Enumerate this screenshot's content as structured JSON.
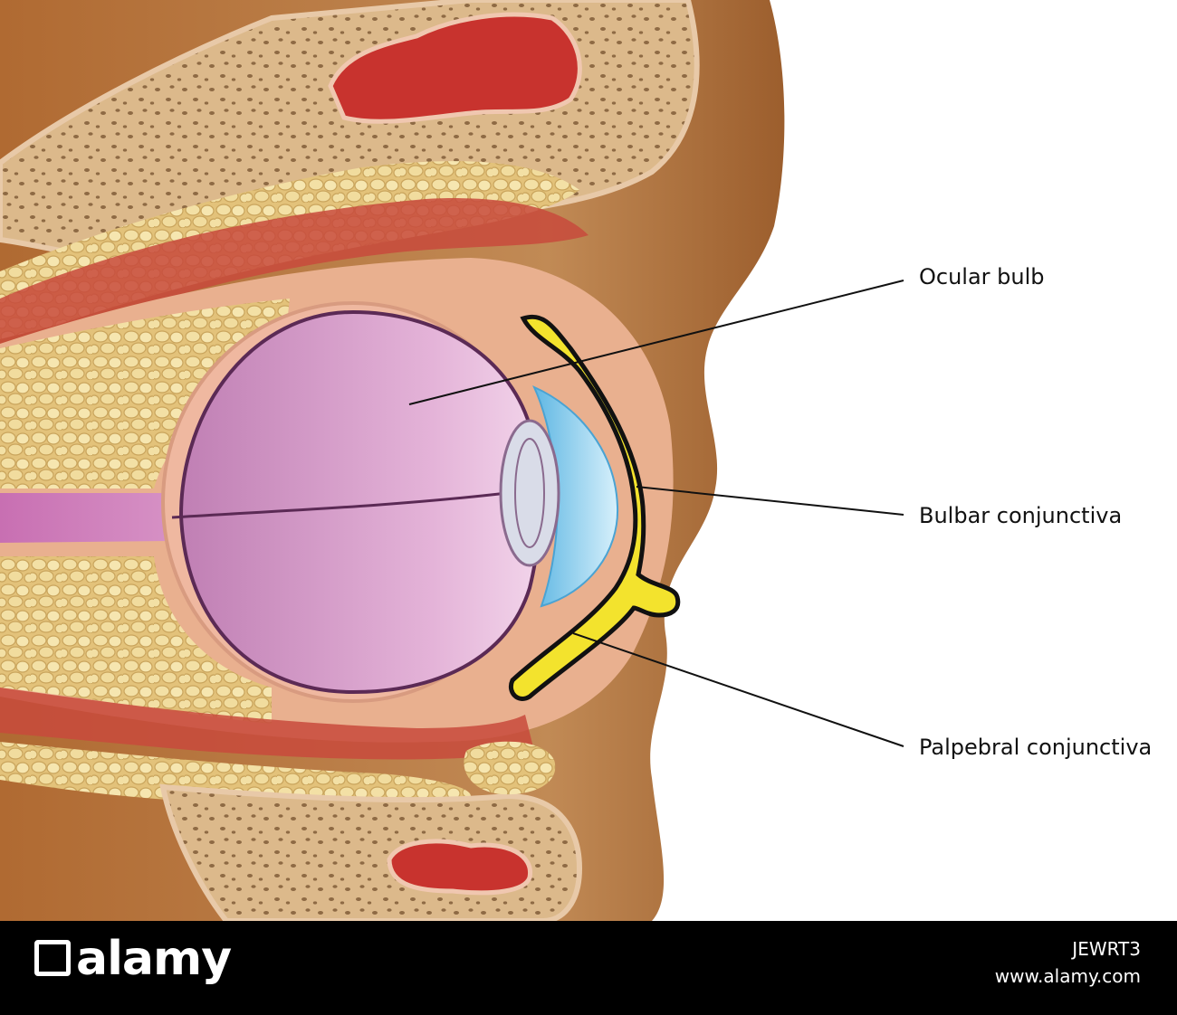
{
  "labels": {
    "ocular_bulb": "Ocular bulb",
    "bulbar_conjunctiva": "Bulbar conjunctiva",
    "palpebral_conjunctiva": "Palpebral conjunctiva"
  },
  "footer": {
    "brand": "alamy",
    "image_id": "JEWRT3",
    "site": "www.alamy.com"
  },
  "colors": {
    "skin": "#b4743e",
    "skin_dark": "#8a4e26",
    "bone": "#dbb889",
    "soft_tissue": "#e9b08f",
    "fat": "#ead48a",
    "muscle": "#c84a3c",
    "eyeball": "#d59ac8",
    "cornea": "#7fc8ea",
    "lens": "#d9dce8",
    "conjunctiva": "#f3e32d",
    "sinus": "#c8332e"
  }
}
